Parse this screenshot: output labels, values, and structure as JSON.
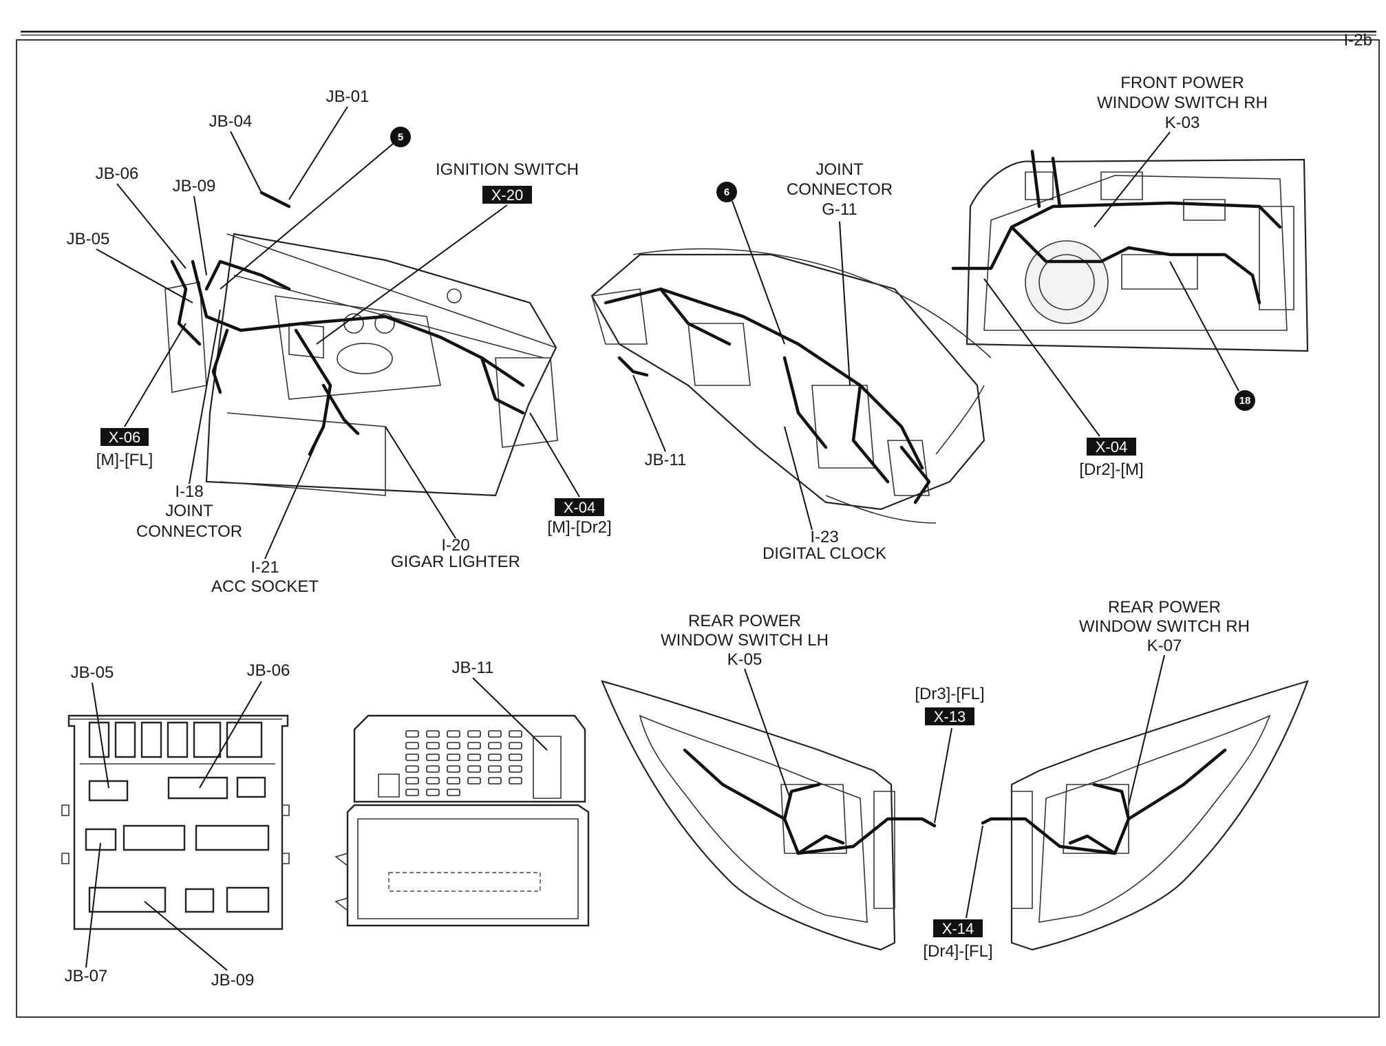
{
  "page": {
    "number": "I-2b"
  },
  "labels": {
    "jb01": "JB-01",
    "jb04": "JB-04",
    "jb06": "JB-06",
    "jb09": "JB-09",
    "jb05": "JB-05",
    "ign1": "IGNITION SWITCH",
    "ign_tag": "X-20",
    "x06_tag": "X-06",
    "x06_sub": "[M]-[FL]",
    "i18_num": "I-18",
    "i18_l1": "JOINT",
    "i18_l2": "CONNECTOR",
    "i21_num": "I-21",
    "i21_name": "ACC SOCKET",
    "i20_num": "I-20",
    "i20_name": "GIGAR LIGHTER",
    "x04a_tag": "X-04",
    "x04a_sub": "[M]-[Dr2]",
    "jc_l1": "JOINT",
    "jc_l2": "CONNECTOR",
    "jc_l3": "G-11",
    "jb11_a": "JB-11",
    "i23_num": "I-23",
    "i23_name": "DIGITAL CLOCK",
    "fpw_l1": "FRONT POWER",
    "fpw_l2": "WINDOW SWITCH RH",
    "fpw_l3": "K-03",
    "x04b_tag": "X-04",
    "x04b_sub": "[Dr2]-[M]",
    "rpl_l1": "REAR POWER",
    "rpl_l2": "WINDOW SWITCH LH",
    "rpl_l3": "K-05",
    "rpr_l1": "REAR POWER",
    "rpr_l2": "WINDOW SWITCH RH",
    "rpr_l3": "K-07",
    "x13_sub": "[Dr3]-[FL]",
    "x13_tag": "X-13",
    "x14_tag": "X-14",
    "x14_sub": "[Dr4]-[FL]",
    "jb05_b": "JB-05",
    "jb06_b": "JB-06",
    "jb07": "JB-07",
    "jb09_b": "JB-09",
    "jb11_b": "JB-11"
  },
  "markers": {
    "m5": "5",
    "m6": "6",
    "m18": "18"
  },
  "colors": {
    "ink": "#111111",
    "tag_bg": "#111111",
    "paper": "#ffffff"
  }
}
